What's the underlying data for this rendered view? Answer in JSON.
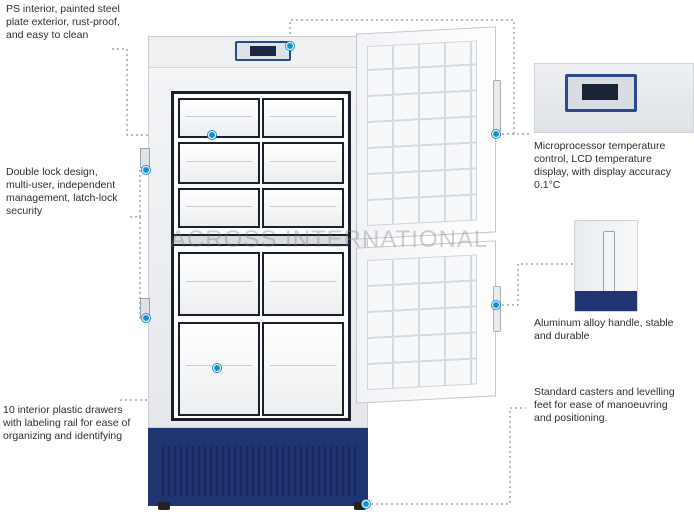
{
  "annotations": {
    "ps_interior": "PS interior, painted steel\nplate exterior, rust-proof,\nand easy to clean",
    "double_lock": "Double lock design,\nmulti-user, independent\nmanagement, latch-lock\nsecurity",
    "drawers": "10 interior plastic drawers\nwith labeling rail for ease of\norganizing and identifying",
    "microprocessor": "Microprocessor temperature\ncontrol, LCD temperature\ndisplay, with display accuracy\n0.1°C",
    "handle": "Aluminum alloy handle, stable\nand durable",
    "casters": "Standard casters and levelling\nfeet for ease of manoeuvring\nand positioning."
  },
  "watermark": "ACROSS INTERNATIONAL",
  "colors": {
    "accent_blue": "#1a8fcf",
    "base_navy": "#1f3471",
    "panel_border": "#2b4a8c"
  }
}
